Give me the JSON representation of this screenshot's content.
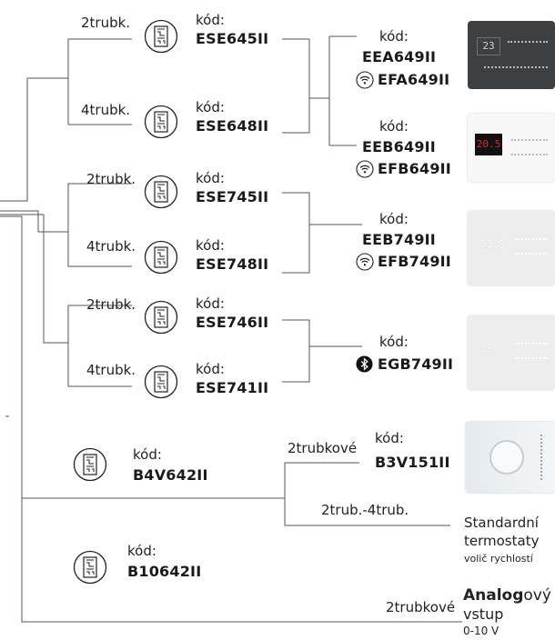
{
  "groups": {
    "g645": {
      "pipe": "2trubk.",
      "kod": "kód:",
      "code": "ESE645II"
    },
    "g648": {
      "pipe": "4trubk.",
      "kod": "kód:",
      "code": "ESE648II"
    },
    "g745": {
      "pipe": "2trubk.",
      "kod": "kód:",
      "code": "ESE745II"
    },
    "g748": {
      "pipe": "4trubk.",
      "kod": "kód:",
      "code": "ESE748II"
    },
    "g746": {
      "pipe": "2trubk.",
      "kod": "kód:",
      "code": "ESE746II"
    },
    "g741": {
      "pipe": "4trubk.",
      "kod": "kód:",
      "code": "ESE741II"
    },
    "b4v": {
      "kod": "kód:",
      "code": "B4V642II"
    },
    "b10": {
      "kod": "kód:",
      "code": "B10642II"
    }
  },
  "thermostats": {
    "t1": {
      "kod": "kód:",
      "code1": "EEA649II",
      "code2": "EFA649II",
      "icon2": "wifi-icon"
    },
    "t2": {
      "kod": "kód:",
      "code1": "EEB649II",
      "code2": "EFB649II",
      "icon2": "wifi-icon"
    },
    "t3": {
      "kod": "kód:",
      "code1": "EEB749II",
      "code2": "EFB749II",
      "icon2": "wifi-icon"
    },
    "t4": {
      "kod": "kód:",
      "code2": "EGB749II",
      "icon2": "bluetooth-icon"
    },
    "t5": {
      "pipe": "2trubkové",
      "kod": "kód:",
      "code": "B3V151II"
    }
  },
  "devices": {
    "d1": {
      "display": "23"
    },
    "d2": {
      "display": "20.5"
    },
    "d3": {
      "display": "23.0"
    },
    "d4": {
      "display": "23.0"
    }
  },
  "std": {
    "pipe": "2trub.-4trub.",
    "line1": "Standardní",
    "line2": "termostaty",
    "line3": "volič rychlostí"
  },
  "analog": {
    "pipe": "2trubkové",
    "bold": "Analog",
    "rest": "ový",
    "line2": "vstup",
    "line3": "0-10 V"
  },
  "colors": {
    "line": "#555555",
    "dark_device": "#3e3f41",
    "red_display": "#e0262b"
  }
}
